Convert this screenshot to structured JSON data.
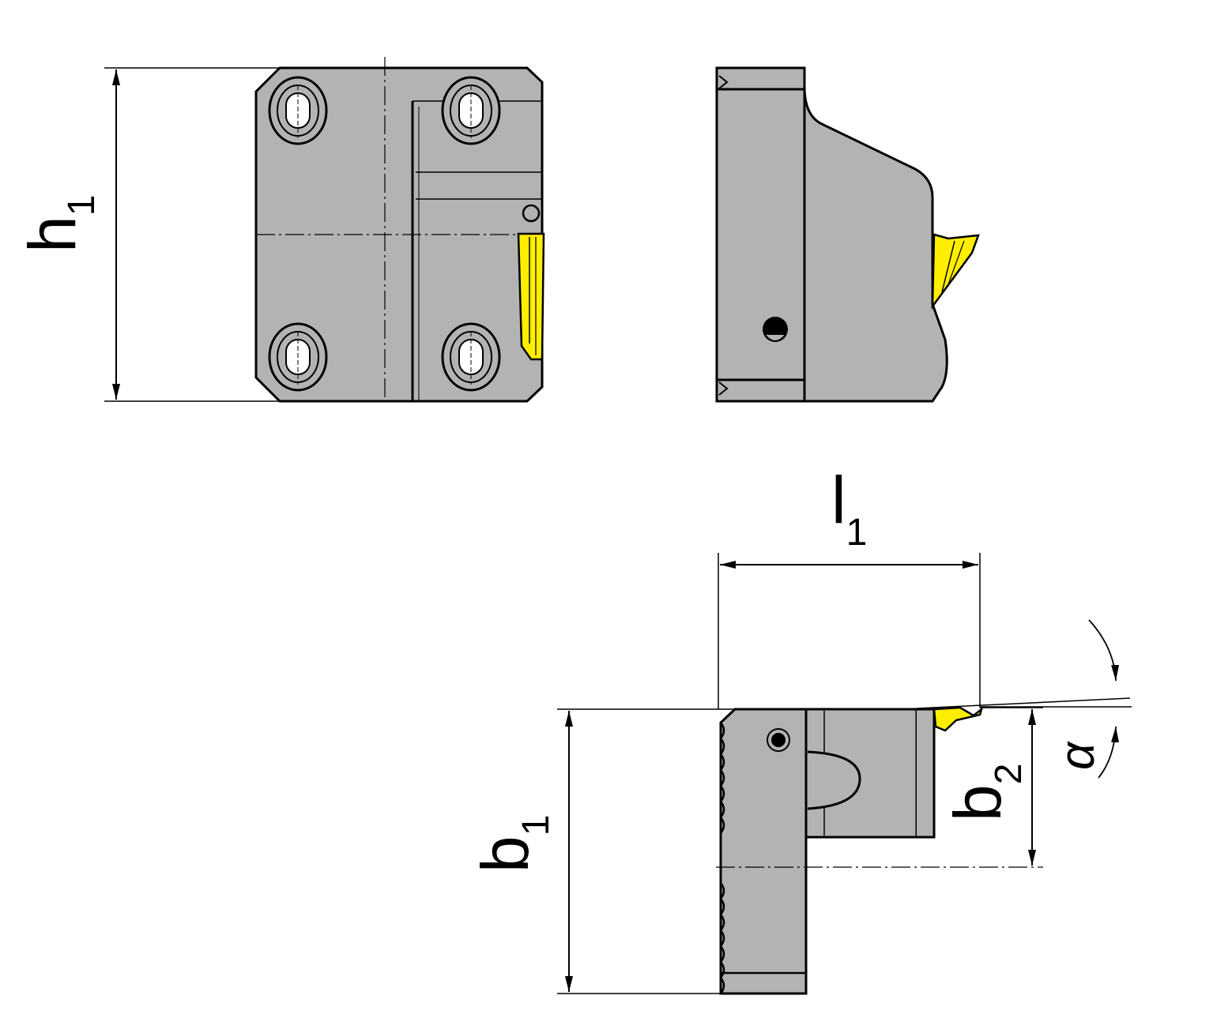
{
  "colors": {
    "body": "#b3b3b3",
    "insert": "#ffee00",
    "line": "#000000",
    "background": "#ffffff"
  },
  "dimensions": {
    "h1": {
      "main": "h",
      "sub": "1"
    },
    "l1": {
      "main": "l",
      "sub": "1"
    },
    "b1": {
      "main": "b",
      "sub": "1"
    },
    "b2": {
      "main": "b",
      "sub": "2"
    },
    "alpha": {
      "main": "α"
    }
  }
}
